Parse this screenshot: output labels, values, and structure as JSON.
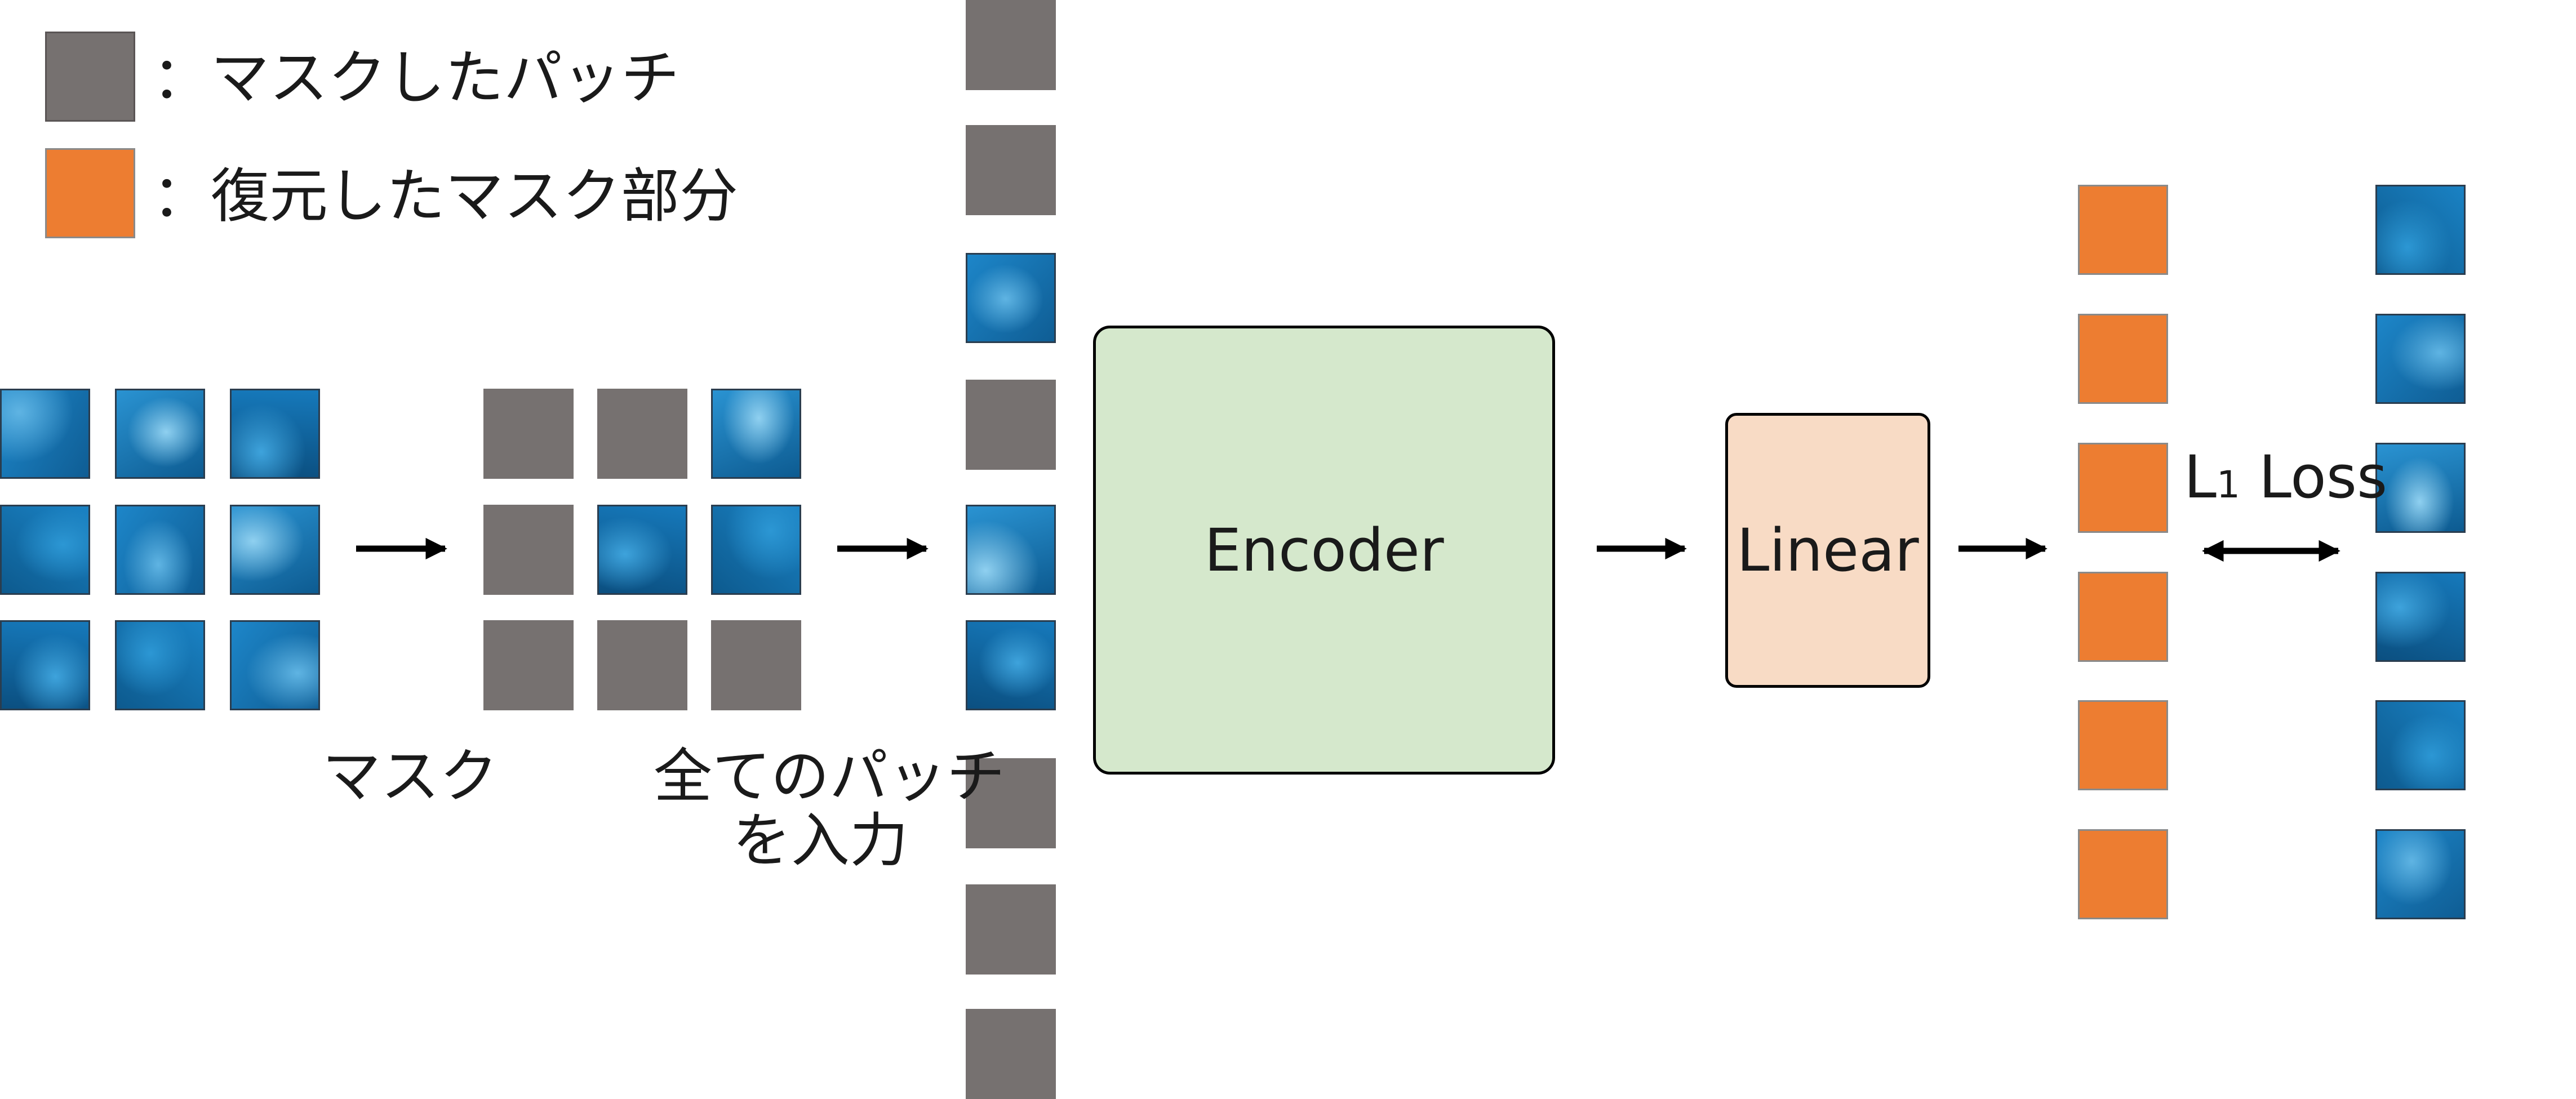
{
  "legend": {
    "masked_patch": "：マスクしたパッチ",
    "restored_patch": "：復元したマスク部分"
  },
  "steps": {
    "mask": "マスク",
    "input_line1": "全てのパッチ",
    "input_line2": "を入力"
  },
  "blocks": {
    "encoder": "Encoder",
    "linear": "Linear"
  },
  "loss": {
    "prefix": "L",
    "subscript": "1",
    "suffix": " Loss"
  },
  "colors": {
    "mask_gray": "#767170",
    "restored_orange": "#ed7d31",
    "encoder_fill": "#d5e8cc",
    "linear_fill": "#f8dbc5",
    "water_blue": "#1b8fd0"
  },
  "patch_grid": {
    "original": [
      "image",
      "image",
      "image",
      "image",
      "image",
      "image",
      "image",
      "image",
      "image"
    ],
    "masked": [
      "mask",
      "mask",
      "image",
      "mask",
      "image",
      "image",
      "mask",
      "mask",
      "mask"
    ],
    "sequence": [
      "mask",
      "mask",
      "image",
      "mask",
      "image",
      "image",
      "mask",
      "mask",
      "mask"
    ],
    "outputs": [
      "restored",
      "restored",
      "restored",
      "restored",
      "restored",
      "restored"
    ],
    "targets": [
      "image",
      "image",
      "image",
      "image",
      "image",
      "image"
    ]
  }
}
